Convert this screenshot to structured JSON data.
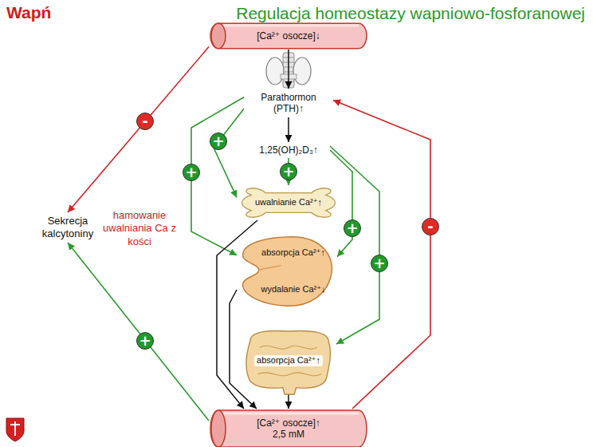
{
  "diagram": {
    "title": "Regulacja homeostazy wapniowo-fosforanowej",
    "nodes": [
      {
        "text": [
          "[Ca²⁺ osocze]↓"
        ]
      },
      {
        "text": [
          "Parathormon (PTH)↑"
        ]
      },
      {
        "text": [
          "1,25(OH)₂D₃↑"
        ]
      },
      {
        "text": [
          "uwalnianie Ca²⁺↑"
        ]
      },
      {
        "text": [
          "absorpcja Ca²⁺↑",
          "wydalanie Ca²⁺↓"
        ]
      },
      {
        "text": [
          "absorpcja Ca²⁺↑"
        ]
      },
      {
        "text": [
          "[Ca²⁺ osocze]↑",
          "2,5 mM"
        ]
      },
      {
        "text": [
          "Sekrecja kalcytoniny"
        ]
      }
    ],
    "edges": [
      {
        "from": 0,
        "to": 1,
        "arrow": "to"
      },
      {
        "from": 0,
        "to": 7,
        "label": "-",
        "arrow": "to"
      },
      {
        "from": 1,
        "to": 2,
        "arrow": "to"
      },
      {
        "from": 1,
        "to": 3,
        "label": "+",
        "arrow": "to"
      },
      {
        "from": 1,
        "to": 4,
        "label": "+",
        "arrow": "to"
      },
      {
        "from": 2,
        "to": 3,
        "label": "+",
        "arrow": "to"
      },
      {
        "from": 2,
        "to": 4,
        "label": "+",
        "arrow": "to"
      },
      {
        "from": 2,
        "to": 5,
        "label": "+",
        "arrow": "to"
      },
      {
        "from": 3,
        "to": 6,
        "arrow": "to"
      },
      {
        "from": 4,
        "to": 6,
        "arrow": "to"
      },
      {
        "from": 5,
        "to": 6,
        "arrow": "to"
      },
      {
        "from": 6,
        "to": 1,
        "label": "-",
        "arrow": "to"
      },
      {
        "from": 6,
        "to": 7,
        "label": "+",
        "arrow": "to"
      }
    ],
    "labels": [
      "Wapń",
      "hamowanie uwalniania Ca z kości"
    ]
  }
}
